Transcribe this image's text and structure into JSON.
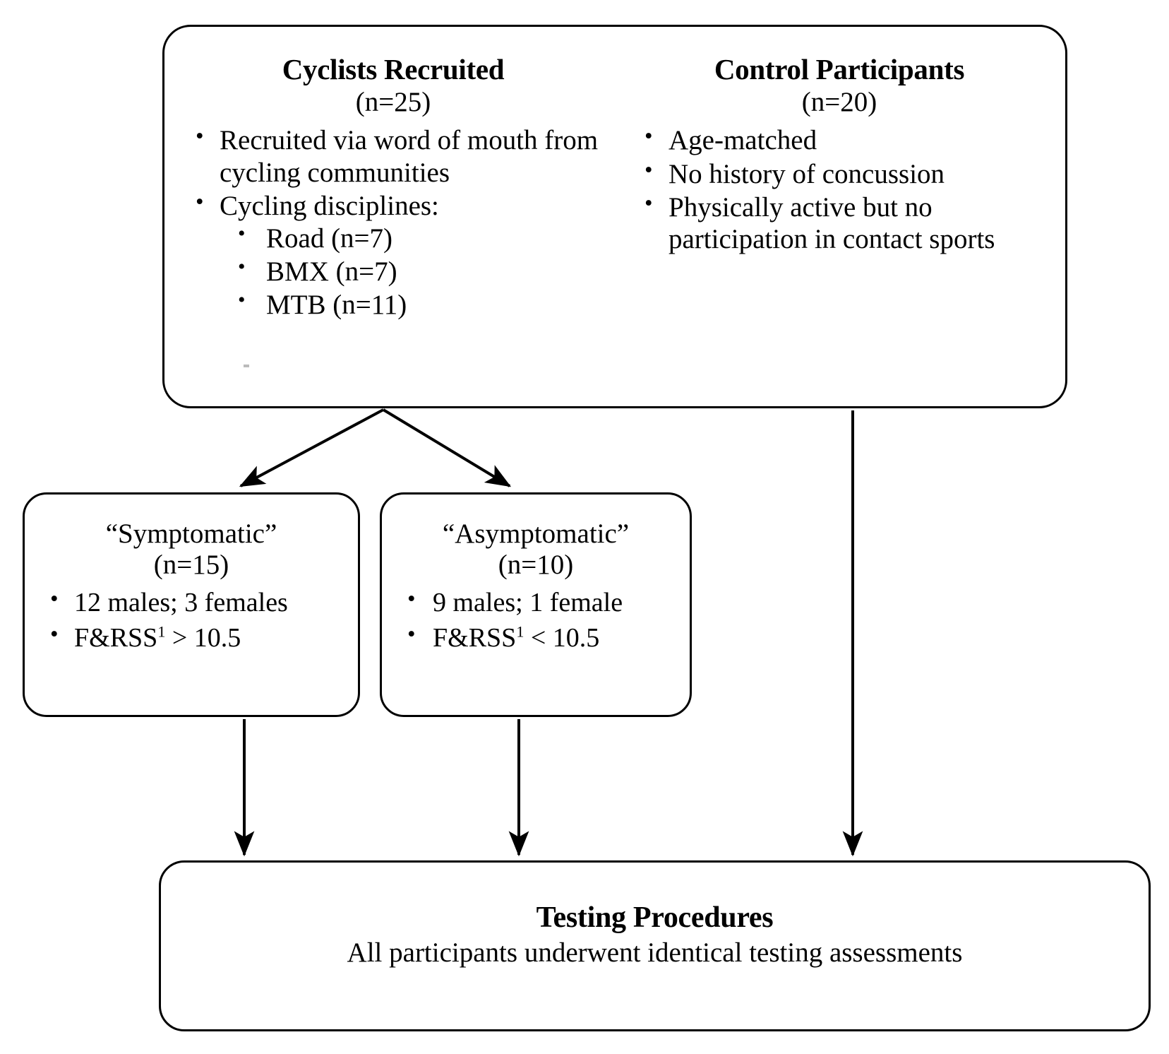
{
  "figure": {
    "type": "flowchart",
    "orientation": "top-down"
  },
  "nodes": {
    "recruitment": {
      "cyclists": {
        "title": "Cyclists Recruited",
        "count": "(n=25)",
        "bullets": [
          "Recruited via word of mouth from cycling communities",
          "Cycling disciplines:"
        ],
        "disciplines": [
          "Road (n=7)",
          "BMX (n=7)",
          "MTB (n=11)"
        ]
      },
      "controls": {
        "title": "Control Participants",
        "count": "(n=20)",
        "bullets": [
          "Age-matched",
          "No history of concussion",
          "Physically active but no participation in contact sports"
        ]
      }
    },
    "symptomatic": {
      "title": "“Symptomatic”",
      "count": "(n=15)",
      "sex_split": "12 males; 3 females",
      "criterion_prefix": "F&RSS",
      "criterion_sup": "1",
      "criterion_value": " > 10.5"
    },
    "asymptomatic": {
      "title": "“Asymptomatic”",
      "count": "(n=10)",
      "sex_split": "9 males; 1 female",
      "criterion_prefix": "F&RSS",
      "criterion_sup": "1",
      "criterion_value": " < 10.5"
    },
    "testing": {
      "title": "Testing Procedures",
      "description": "All participants underwent identical testing assessments"
    }
  },
  "edges": [
    {
      "from": "recruitment-cyclists",
      "to": "symptomatic",
      "style": "diagonal-arrow"
    },
    {
      "from": "recruitment-cyclists",
      "to": "asymptomatic",
      "style": "diagonal-arrow"
    },
    {
      "from": "symptomatic",
      "to": "testing",
      "style": "vertical-arrow"
    },
    {
      "from": "asymptomatic",
      "to": "testing",
      "style": "vertical-arrow"
    },
    {
      "from": "recruitment-controls",
      "to": "testing",
      "style": "vertical-arrow"
    }
  ],
  "colors": {
    "stroke": "#000000",
    "background": "#ffffff",
    "text": "#000000"
  }
}
